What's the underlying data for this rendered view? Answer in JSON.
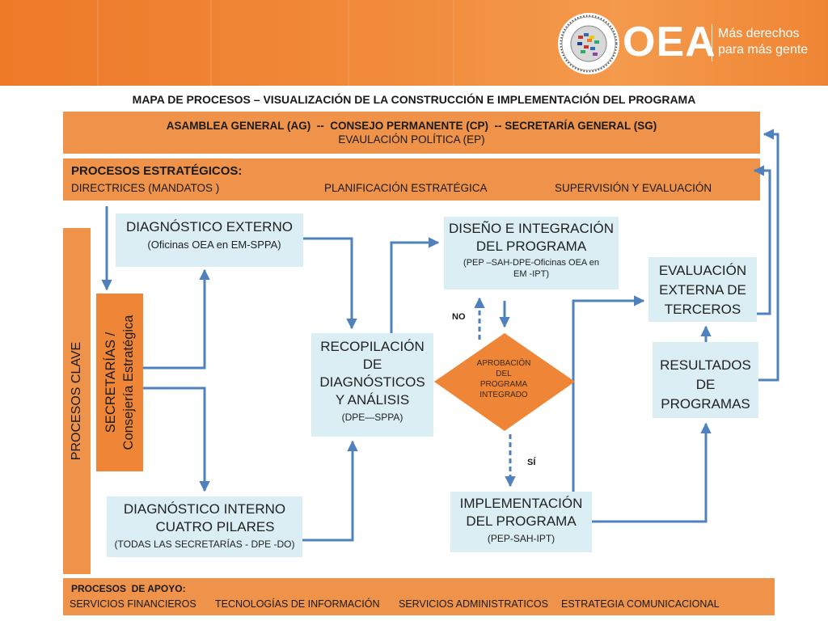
{
  "header": {
    "brand": "OEA",
    "slogan_line1": "Más derechos",
    "slogan_line2": "para más gente"
  },
  "title": "MAPA DE PROCESOS – VISUALIZACIÓN DE LA CONSTRUCCIÓN E IMPLEMENTACIÓN DEL PROGRAMA",
  "governance": {
    "line1": "ASAMBLEA GENERAL (AG)  --  CONSEJO PERMANENTE (CP)  -- SECRETARÍA GENERAL (SG)",
    "line2": "EVAULACIÓN POLÍTICA (EP)"
  },
  "strategic": {
    "heading": "PROCESOS ESTRATÉGICOS:",
    "items": [
      "DIRECTRICES (MANDATOS )",
      "PLANIFICACIÓN ESTRATÉGICA",
      "SUPERVISIÓN Y EVALUACIÓN"
    ]
  },
  "key_processes": {
    "label": "PROCESOS CLAVE"
  },
  "secretariats": {
    "line1": "SECRETARÍAS /",
    "line2": "Consejería  Estratégica"
  },
  "external_diag": {
    "title": "DIAGNÓSTICO EXTERNO",
    "sub": "(Oficinas OEA en EM-SPPA)"
  },
  "internal_diag": {
    "line1": "DIAGNÓSTICO INTERNO",
    "line2": "CUATRO PILARES",
    "sub": "(TODAS LAS SECRETARÍAS  - DPE -DO)"
  },
  "compilation": {
    "line1": "RECOPILACIÓN",
    "line2": "DE",
    "line3": "DIAGNÓSTICOS",
    "line4": "Y ANÁLISIS",
    "sub": "(DPE—SPPA)"
  },
  "design": {
    "line1": "DISEÑO E INTEGRACIÓN",
    "line2": "DEL PROGRAMA",
    "sub1": "(PEP –SAH-DPE-Oficinas OEA en",
    "sub2": "EM -IPT)"
  },
  "approval": {
    "line1": "APROBACIÓN",
    "line2": "DEL",
    "line3": "PROGRAMA",
    "line4": "INTEGRADO",
    "no_label": "NO",
    "yes_label": "SÍ"
  },
  "implementation": {
    "line1": "IMPLEMENTACIÓN",
    "line2": "DEL PROGRAMA",
    "sub": "(PEP-SAH-IPT)"
  },
  "evaluation": {
    "line1": "EVALUACIÓN",
    "line2": "EXTERNA DE",
    "line3": "TERCEROS"
  },
  "results": {
    "line1": "RESULTADOS",
    "line2": "DE",
    "line3": "PROGRAMAS"
  },
  "support": {
    "heading": "PROCESOS  DE APOYO:",
    "items": [
      "SERVICIOS FINANCIEROS",
      "TECNOLOGÍAS DE INFORMACIÓN",
      "SERVICIOS ADMINISTRATICOS",
      "ESTRATEGIA COMUNICACIONAL"
    ]
  },
  "colors": {
    "orange": "#f0934a",
    "box": "#daeef3",
    "arrow": "#4f81bd",
    "diamond": "#ef8536"
  }
}
